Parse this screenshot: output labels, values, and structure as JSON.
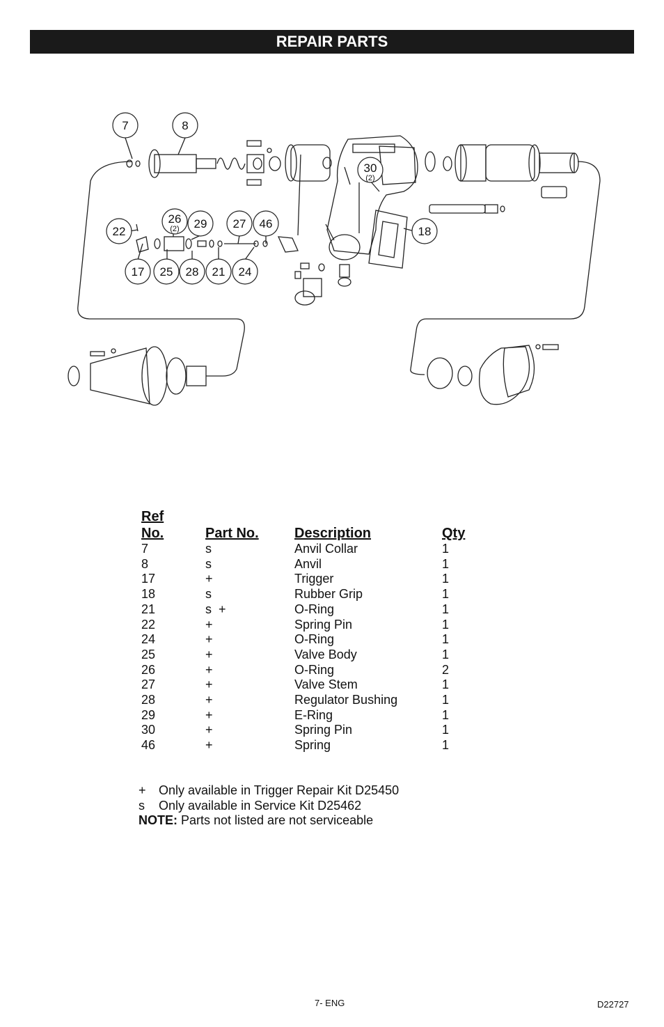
{
  "header": {
    "title": "REPAIR PARTS"
  },
  "callouts": {
    "c7": "7",
    "c8": "8",
    "c30": "30",
    "c30q": "(2)",
    "c22": "22",
    "c26": "26",
    "c26q": "(2)",
    "c29": "29",
    "c27": "27",
    "c46": "46",
    "c18": "18",
    "c17": "17",
    "c25": "25",
    "c28": "28",
    "c21": "21",
    "c24": "24"
  },
  "table": {
    "headers": {
      "ref_line1": "Ref",
      "ref_line2": "No.",
      "part_no": "Part No.",
      "description": "Description",
      "qty": "Qty"
    },
    "rows": [
      {
        "ref": "7",
        "part": "s",
        "desc": "Anvil Collar",
        "qty": "1"
      },
      {
        "ref": "8",
        "part": "s",
        "desc": "Anvil",
        "qty": "1"
      },
      {
        "ref": "17",
        "part": "+",
        "desc": "Trigger",
        "qty": "1"
      },
      {
        "ref": "18",
        "part": "s",
        "desc": "Rubber Grip",
        "qty": "1"
      },
      {
        "ref": "21",
        "part": "s  +",
        "desc": "O-Ring",
        "qty": "1"
      },
      {
        "ref": "22",
        "part": "+",
        "desc": "Spring Pin",
        "qty": "1"
      },
      {
        "ref": "24",
        "part": "+",
        "desc": "O-Ring",
        "qty": "1"
      },
      {
        "ref": "25",
        "part": "+",
        "desc": "Valve Body",
        "qty": "1"
      },
      {
        "ref": "26",
        "part": "+",
        "desc": "O-Ring",
        "qty": "2"
      },
      {
        "ref": "27",
        "part": "+",
        "desc": "Valve Stem",
        "qty": "1"
      },
      {
        "ref": "28",
        "part": "+",
        "desc": "Regulator Bushing",
        "qty": "1"
      },
      {
        "ref": "29",
        "part": "+",
        "desc": "E-Ring",
        "qty": "1"
      },
      {
        "ref": "30",
        "part": "+",
        "desc": "Spring Pin",
        "qty": "1"
      },
      {
        "ref": "46",
        "part": "+",
        "desc": "Spring",
        "qty": "1"
      }
    ]
  },
  "legend": {
    "plus_symbol": "+",
    "plus_text": "Only available in Trigger Repair Kit D25450",
    "s_symbol": "s",
    "s_text": "Only available in Service Kit D25462",
    "note_label": "NOTE:",
    "note_text": " Parts not listed are not serviceable"
  },
  "footer": {
    "page": "7- ENG",
    "code": "D22727"
  }
}
